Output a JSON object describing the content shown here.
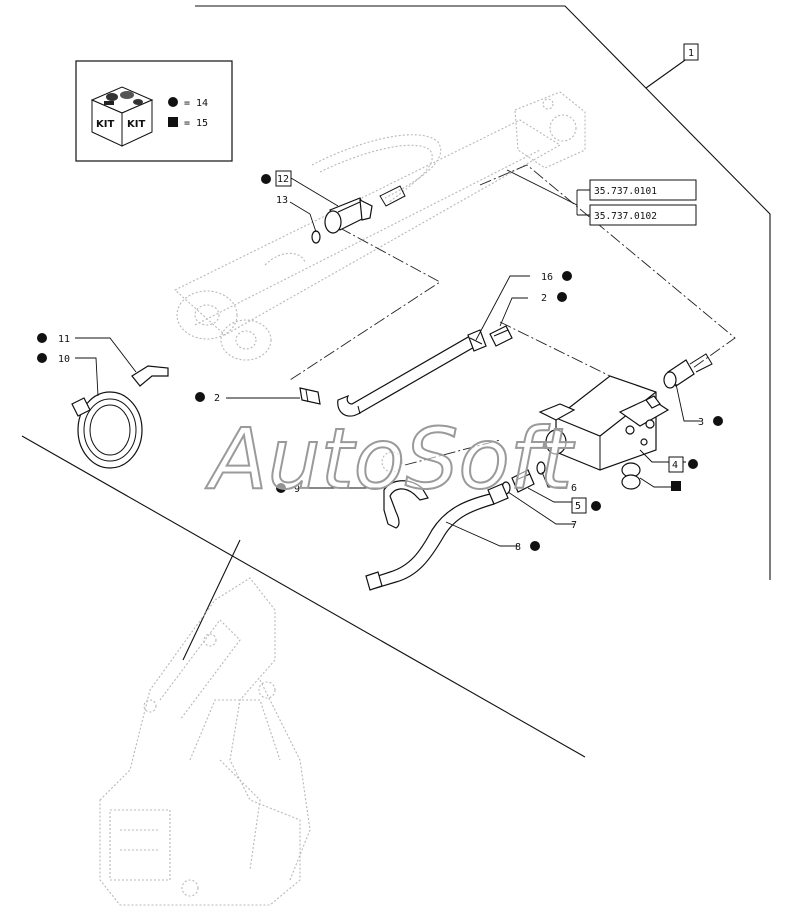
{
  "kit": {
    "icon_text_left": "KIT",
    "icon_text_right": "KIT",
    "legend": [
      {
        "symbol": "circle",
        "text": "= 14"
      },
      {
        "symbol": "square",
        "text": "= 15"
      }
    ]
  },
  "group_label": "1",
  "references": [
    "35.737.0101",
    "35.737.0102"
  ],
  "callouts": {
    "c12": "12",
    "c13": "13",
    "c16": "16",
    "c2a": "2",
    "c11": "11",
    "c10": "10",
    "c2b": "2",
    "c3": "3",
    "c4": "4",
    "c9": "9",
    "c6": "6",
    "c5": "5",
    "c7": "7",
    "c8": "8"
  },
  "watermark": "AutoSoft"
}
